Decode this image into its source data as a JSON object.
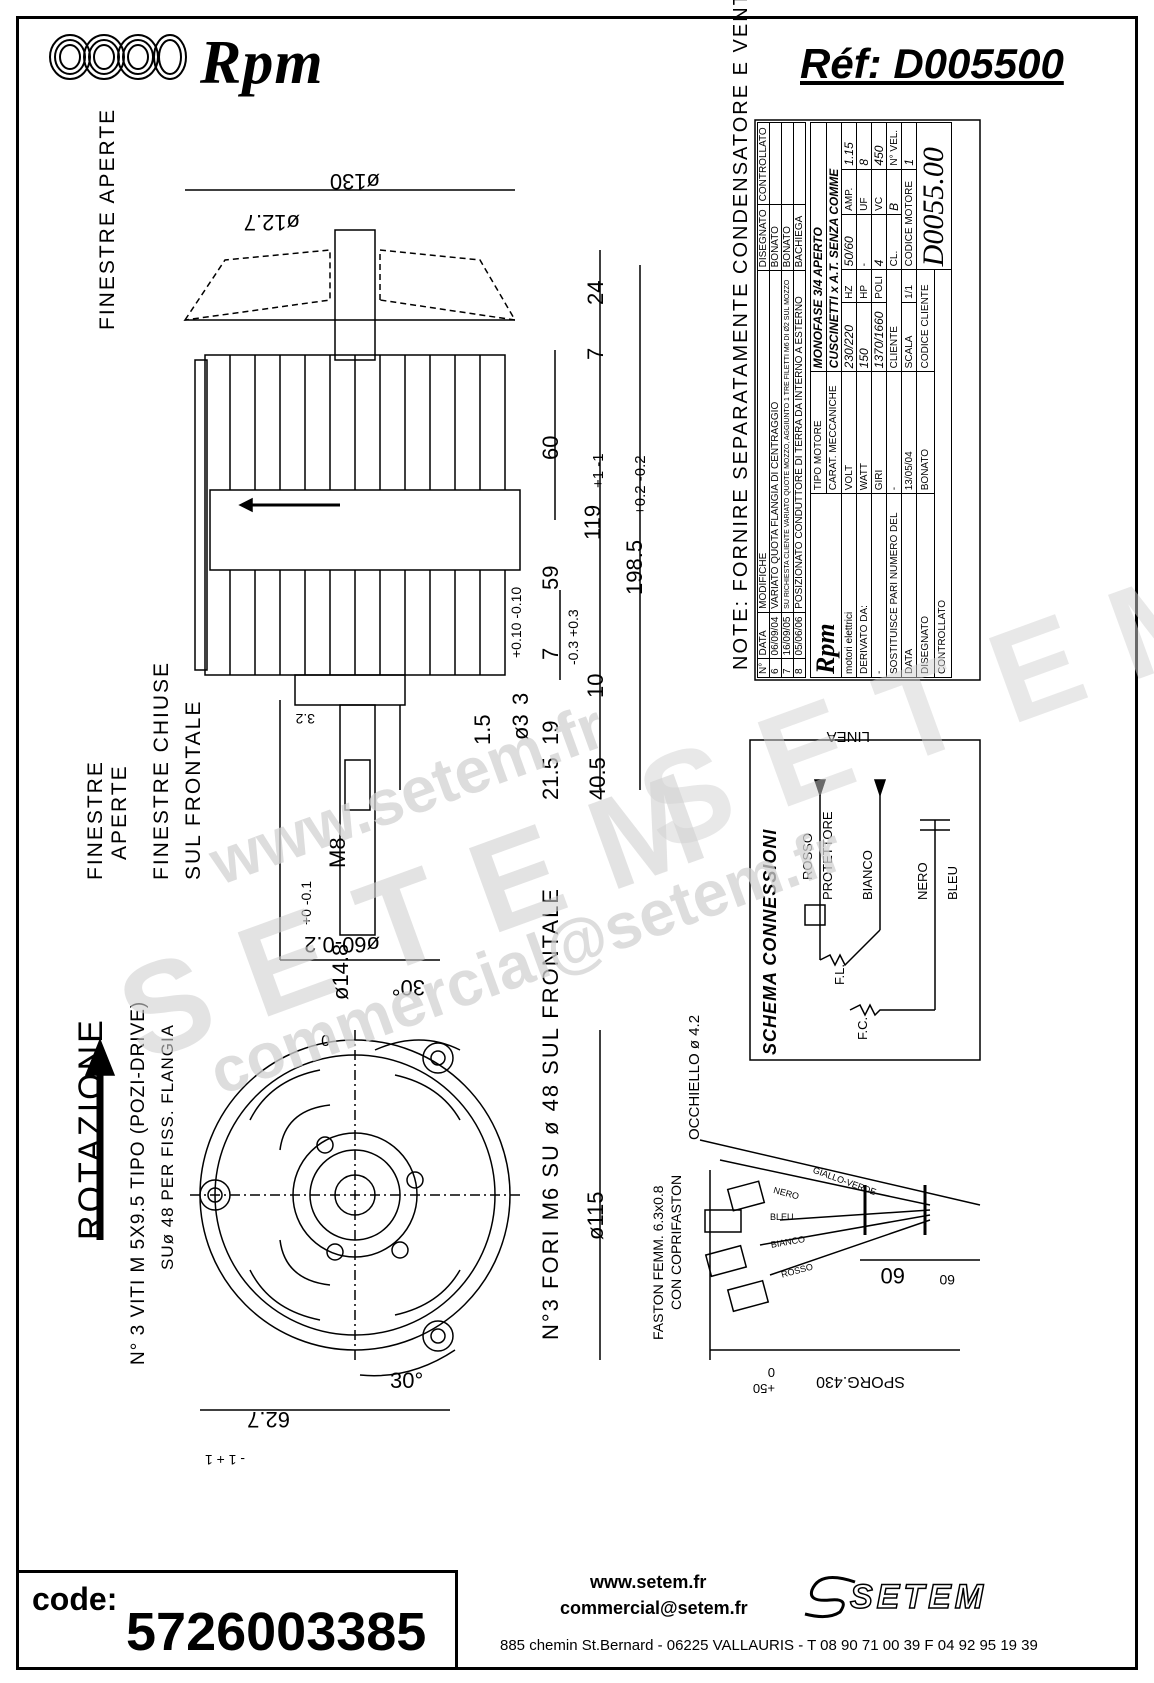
{
  "header": {
    "brand": "Rpm",
    "reference": "Réf:  D005500"
  },
  "labels": {
    "note_left": "FINESTRE APERTE",
    "finestre_aperte_2": "FINESTRE",
    "aperte_2": "APERTE",
    "finestre_chiuse": "FINESTRE CHIUSE",
    "sul_frontale": "SUL FRONTALE",
    "rotazione": "ROTAZIONE",
    "viti": "N° 3 VITI M 5X9.5 TIPO (POZI-DRIVE)",
    "sul_48": "SUø 48 PER FISS. FLANGIA",
    "fori": "N°3 FORI M6 SU  ø 48 SUL FRONTALE",
    "note_top": "NOTE: FORNIRE SEPARATAMENTE CONDENSATORE E VENTOLA",
    "occhiello": "OCCHIELLO ø 4.2",
    "faston": "FASTON FEMM. 6.3x0.8",
    "coprifaston": "CON COPRIFASTON",
    "sporg": "SPORG.430",
    "sporg_tol": "+50",
    "sporg_tol2": "0"
  },
  "dimensions": {
    "d130": "ø130",
    "d12_7": "ø12.7",
    "d24": "24",
    "d7a": "7",
    "d60": "60",
    "d119": "119",
    "d119_tol": "+1 -1",
    "d198": "198.5",
    "d198_tol": "+0.2 -0.2",
    "d59": "59",
    "d7b": "7",
    "d7b_tol": "+0.10 -0.10",
    "d10": "10",
    "d10_tol": "-0.3 +0.3",
    "d3": "3",
    "d19": "19",
    "d40_5": "40.5",
    "d21_5": "21.5",
    "d1_5": "1.5",
    "dphi3": "ø3",
    "d3_2": "3.2",
    "m8": "M8",
    "m8_tol": "+0 -0.1",
    "d14_8": "ø14.8",
    "d60_shaft": "ø60-0.2",
    "d60_shaft_tol": "0",
    "d115": "ø115",
    "d62_7": "62.7",
    "d62_7_tol": "- 1 + 1",
    "a30_top": "30°",
    "a30_bot": "30°",
    "w60": "60",
    "w60b": "60"
  },
  "wiring": {
    "title": "SCHEMA CONNESSIONI",
    "linea": "LINEA",
    "rosso": "ROSSO",
    "protettore": "PROTETTORE",
    "bianco": "BIANCO",
    "nero": "NERO",
    "bleu": "BLEU",
    "fl": "F.L.",
    "fc": "F.C.",
    "giallo_verde": "GIALLO-VERDE",
    "nero_wire": "NERO",
    "bleu_wire": "BLEU",
    "bianco_wire": "BIANCO",
    "rosso_wire": "ROSSO"
  },
  "title_block": {
    "revisions": [
      {
        "n": "8",
        "data": "05/06/06",
        "modifiche": "POSIZIONATO CONDUTTORE DI TERRA DA INTERNO A ESTERNO",
        "dis": "BACHIEGA",
        "contr": ""
      },
      {
        "n": "7",
        "data": "16/09/05",
        "modifiche": "SU RICHIESTA CLIENTE VARIATO QUOTE MOZZO, AGGIUNTO 1 TRE FILETTI M6 DI Ø2 SUL MOZZO",
        "dis": "BONATO",
        "contr": ""
      },
      {
        "n": "6",
        "data": "06/09/04",
        "modifiche": "VARIATO QUOTA FLANGIA DI CENTRAGGIO",
        "dis": "BONATO",
        "contr": ""
      }
    ],
    "col_n": "N°",
    "col_data": "DATA",
    "col_modifiche": "MODIFICHE",
    "col_disegnato": "DISEGNATO",
    "col_controllato": "CONTROLLATO",
    "brand_small": "Rpm",
    "brand_sub": "motori elettrici",
    "tipo_motore_label": "TIPO MOTORE",
    "tipo_motore": "MONOFASE 3/4 APERTO",
    "carat_label": "CARAT. MECCANICHE",
    "carat": "CUSCINETTI x A.T. SENZA COMME",
    "volt_label": "VOLT",
    "volt": "230/220",
    "hz_label": "HZ",
    "hz": "50/60",
    "amp_label": "AMP.",
    "amp": "1.15",
    "watt_label": "WATT",
    "watt": "150",
    "hp_label": "HP",
    "hp": "-",
    "uf_label": "UF",
    "uf": "8",
    "vc_label": "VC",
    "vc": "450",
    "giri_label": "GIRI",
    "giri": "1370/1660",
    "poli_label": "POLI",
    "poli": "4",
    "cl_label": "CL.",
    "cl": "B",
    "nvel_label": "N° VEL.",
    "nvel": "1",
    "derivato_label": "DERIVATO DA:",
    "derivato": "-",
    "sostituisce_label": "SOSTITUISCE PARI NUMERO DEL",
    "sostituisce": "-",
    "data_label": "DATA",
    "data": "13/05/04",
    "scala_label": "SCALA",
    "scala": "1/1",
    "disegnato_label": "DISEGNATO",
    "disegnato": "BONATO",
    "controllato_label": "CONTROLLATO",
    "cliente_label": "CLIENTE",
    "codice_cliente_label": "CODICE CLIENTE",
    "codice_motore_label": "CODICE MOTORE",
    "codice_motore": "D0055.00"
  },
  "watermark": {
    "line1": "www.setem.fr",
    "line2": "SETEM",
    "line3": "commercial@setem.fr",
    "line4": "SETEM"
  },
  "footer": {
    "code_label": "code:",
    "code_value": "5726003385",
    "web": "www.setem.fr",
    "mail": "commercial@setem.fr",
    "address": "885 chemin St.Bernard  -  06225 VALLAURIS  -  T 08 90 71 00 39  F 04 92 95 19 39",
    "logo": "SETEM"
  }
}
